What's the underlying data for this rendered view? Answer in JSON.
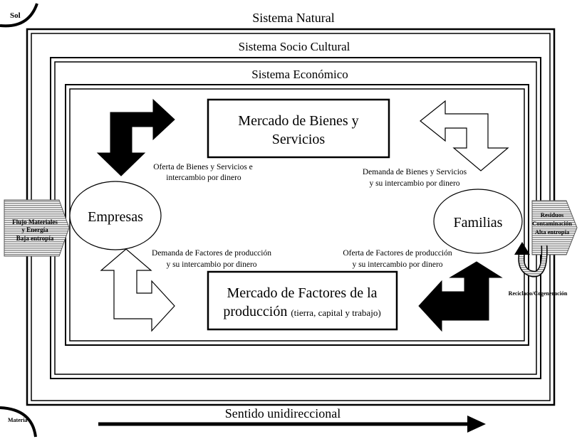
{
  "corner_labels": {
    "sun": "Sol",
    "matter": "Materia"
  },
  "systems": {
    "natural": "Sistema Natural",
    "socio_cultural": "Sistema Socio Cultural",
    "economic": "Sistema Económico"
  },
  "markets": {
    "goods": {
      "line1": "Mercado de Bienes y",
      "line2": "Servicios"
    },
    "factors": {
      "line1": "Mercado de Factores de la",
      "line2_main": "producción",
      "line2_detail": "(tierra, capital y trabajo)"
    }
  },
  "agents": {
    "companies": "Empresas",
    "households": "Familias"
  },
  "flows": {
    "goods_supply": {
      "line1": "Oferta de Bienes y Servicios e",
      "line2": "intercambio por dinero"
    },
    "goods_demand": {
      "line1": "Demanda de Bienes y Servicios",
      "line2": "y su intercambio por dinero"
    },
    "factor_demand": {
      "line1": "Demanda de Factores de producción",
      "line2": "y su intercambio por dinero"
    },
    "factor_supply": {
      "line1": "Oferta de Factores de producción",
      "line2": "y su intercambio por dinero"
    }
  },
  "inputs": {
    "line1": "Flujo Materiales",
    "line2": "y Energía",
    "line3": "Baja entropía"
  },
  "outputs": {
    "line1": "Residuos",
    "line2": "Contaminación",
    "line3": "Alta entropía"
  },
  "recycling": "Reciclado/Cogeneración",
  "direction": "Sentido unidireccional",
  "colors": {
    "line": "#000000",
    "background": "#ffffff",
    "dark_arrow": "#000000",
    "stripe_gray": "#9a9a9a"
  }
}
